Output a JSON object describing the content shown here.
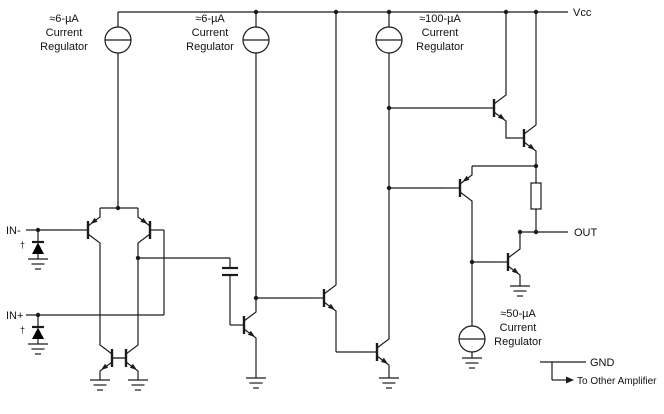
{
  "labels": {
    "vcc": "Vcc",
    "out": "OUT",
    "gnd": "GND",
    "to_other_amplifier": "To Other Amplifier",
    "in_minus": "IN-",
    "in_plus": "IN+",
    "dagger": "†"
  },
  "regulators": [
    {
      "id": "reg-6ua-1",
      "line1": "≈6-µA",
      "line2": "Current",
      "line3": "Regulator"
    },
    {
      "id": "reg-6ua-2",
      "line1": "≈6-µA",
      "line2": "Current",
      "line3": "Regulator"
    },
    {
      "id": "reg-100ua",
      "line1": "≈100-µA",
      "line2": "Current",
      "line3": "Regulator"
    },
    {
      "id": "reg-50ua",
      "line1": "≈50-µA",
      "line2": "Current",
      "line3": "Regulator"
    }
  ],
  "colors": {
    "stroke": "#1a1a1a",
    "background": "#ffffff"
  }
}
